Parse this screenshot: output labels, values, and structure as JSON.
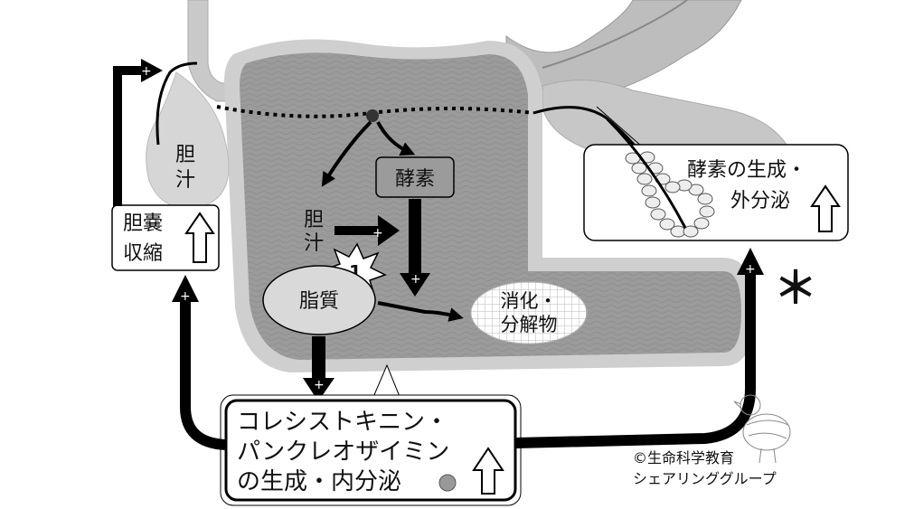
{
  "labels": {
    "gallbladder": [
      "胆",
      "汁"
    ],
    "bile_in_intestine": [
      "胆",
      "汁"
    ],
    "gallbladder_contraction": [
      "胆嚢",
      "収縮"
    ],
    "enzyme": "酵素",
    "lipid": "脂質",
    "step_number": "1",
    "digestion": [
      "消化・",
      "分解物"
    ],
    "pancreas_box": [
      "酵素の生成・",
      "外分泌"
    ],
    "cck_box": [
      "コレシストキニン・",
      "パンクレオザイミン",
      "の生成・内分泌"
    ],
    "asterisk": "＊",
    "plus": "+",
    "credit": [
      "©生命科学教育",
      "シェアリンググループ"
    ]
  },
  "colors": {
    "organ_fill": "#9a9a9a",
    "organ_outline": "#c8c8c8",
    "gallbladder_fill": "#d6d6d6",
    "pancreas_fill": "#c4c4c4",
    "arrow": "#000000",
    "box_bg": "#ffffff"
  },
  "icons": [
    "up-arrow-icon",
    "starburst-icon",
    "gray-dot-icon",
    "chick-mascot-icon"
  ]
}
